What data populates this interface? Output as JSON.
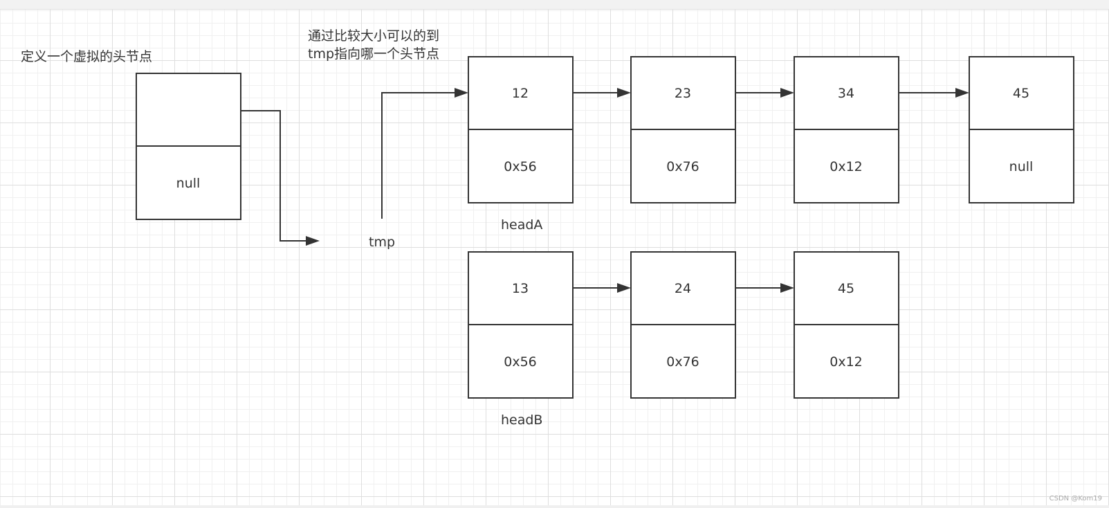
{
  "annotations": {
    "dummy_head": "定义一个虚拟的头节点",
    "compare_line1": "通过比较大小可以的到",
    "compare_line2": "tmp指向哪一个头节点"
  },
  "dummy_node": {
    "data": "",
    "next": "null"
  },
  "pointer_label": "tmp",
  "list_a": {
    "label": "headA",
    "nodes": [
      {
        "data": "12",
        "next": "0x56"
      },
      {
        "data": "23",
        "next": "0x76"
      },
      {
        "data": "34",
        "next": "0x12"
      },
      {
        "data": "45",
        "next": "null"
      }
    ]
  },
  "list_b": {
    "label": "headB",
    "nodes": [
      {
        "data": "13",
        "next": "0x56"
      },
      {
        "data": "24",
        "next": "0x76"
      },
      {
        "data": "45",
        "next": "0x12"
      }
    ]
  },
  "watermark": "CSDN @Kom19"
}
